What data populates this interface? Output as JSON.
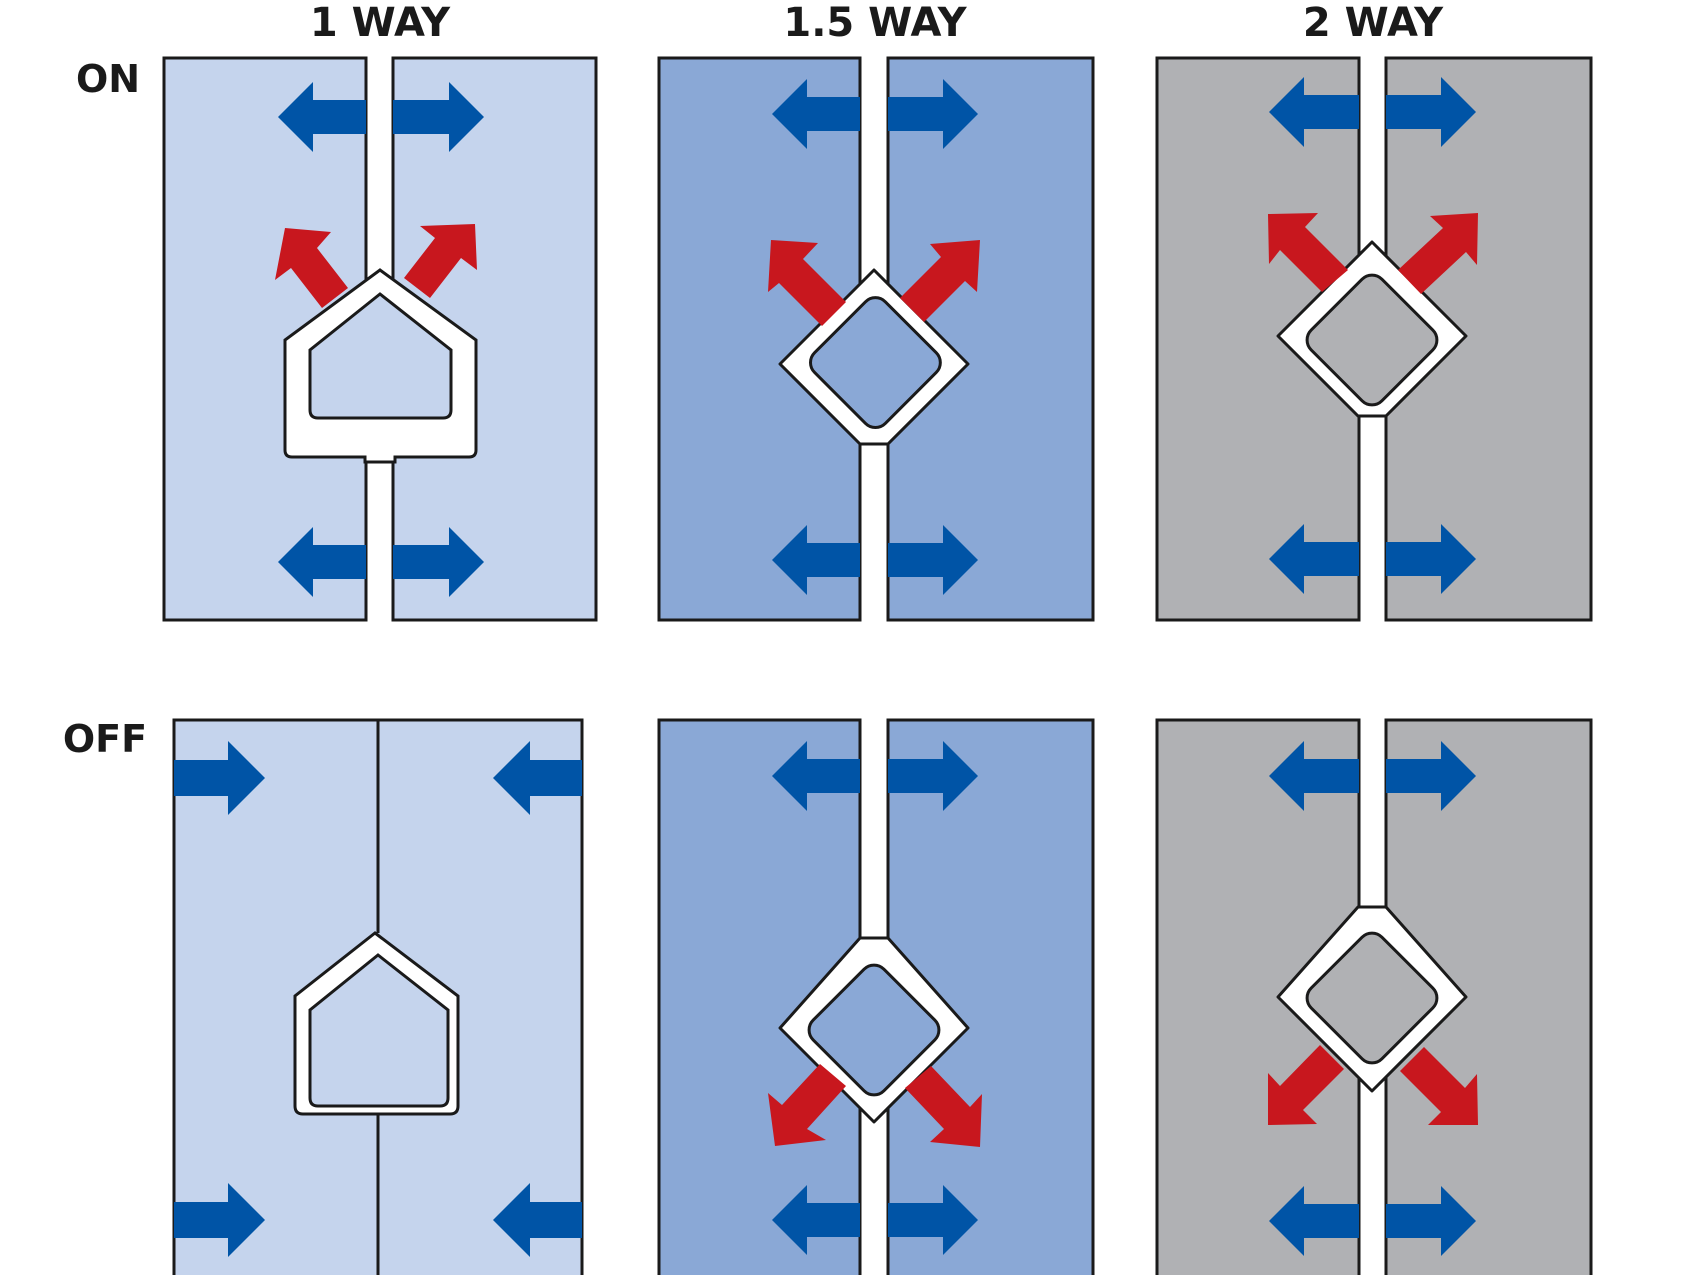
{
  "columns": [
    "1 WAY",
    "1.5 WAY",
    "2 WAY"
  ],
  "rows": [
    "ON",
    "OFF"
  ],
  "colors": {
    "one_way_panel": "#c5d4ed",
    "one_and_half_way_panel": "#8aa8d6",
    "two_way_panel": "#b0b1b4",
    "blue_arrow": "#0054a6",
    "red_arrow": "#c8171e",
    "outline": "#1a1a1a",
    "channel": "#ffffff"
  },
  "icons": {
    "blue_arrow": "double-headed-blue-arrow-icon",
    "red_arrow": "red-diagonal-arrow-icon"
  }
}
